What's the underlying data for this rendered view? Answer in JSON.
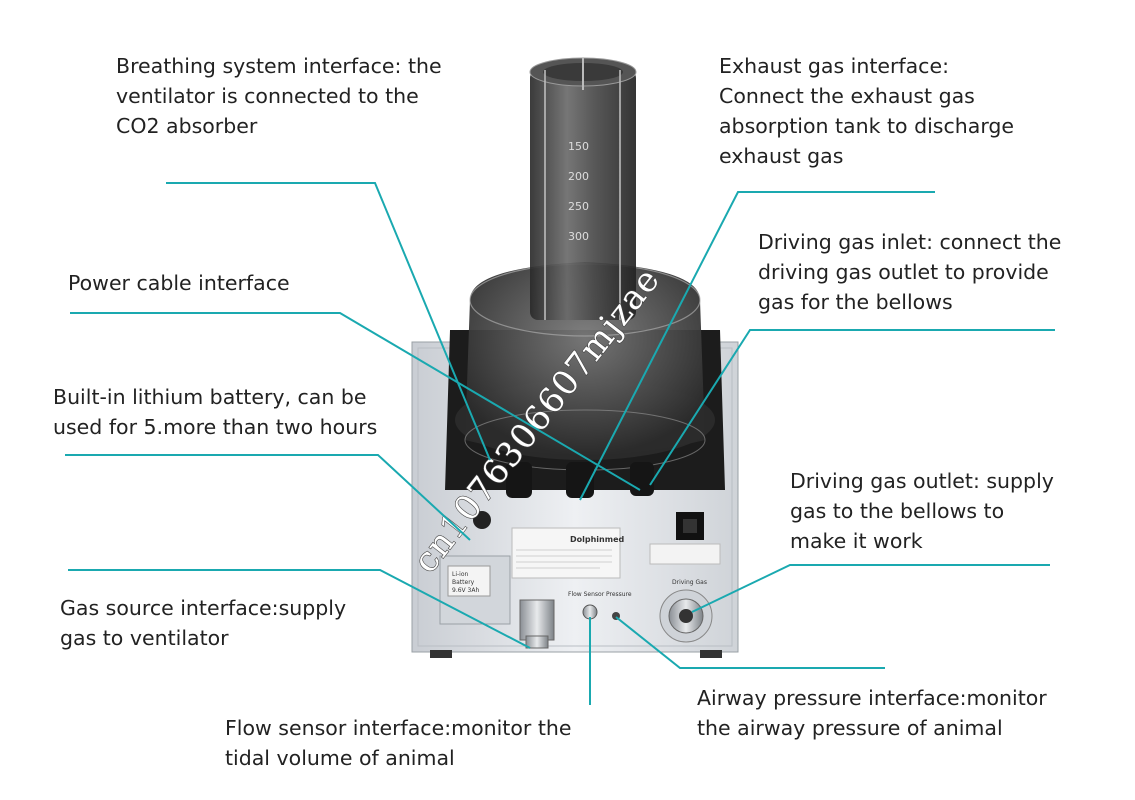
{
  "labels": {
    "breathing": "Breathing system interface: the\nventilator is connected to the\nCO2 absorber",
    "exhaust": "Exhaust gas interface:\nConnect the exhaust gas\nabsorption tank to discharge\nexhaust gas",
    "driving_inlet": "Driving gas inlet: connect the\ndriving gas outlet to provide\ngas for the bellows",
    "power": "Power cable interface",
    "battery": "Built-in lithium battery, can be\nused for 5.more than two hours",
    "driving_outlet": "Driving gas outlet: supply\ngas to the bellows to\nmake it work",
    "gas_source": "Gas source interface:supply\ngas to ventilator",
    "airway": "Airway pressure interface:monitor\nthe airway pressure of animal",
    "flow": "Flow sensor interface:monitor the\ntidal volume of animal"
  },
  "watermark": "cn1076306607mjzae",
  "device": {
    "brand": "Dolphinmed",
    "bellows_scale": [
      "150",
      "200",
      "250",
      "300"
    ],
    "port_labels": [
      "Flow Sensor",
      "Pressure",
      "Driving Gas"
    ],
    "battery_label": [
      "Li-ion",
      "Battery",
      "9.6V 3Ah"
    ]
  },
  "colors": {
    "leader": "#1aa9b0",
    "body": "#dfe3e8",
    "bellows": "#3b3b3b"
  }
}
